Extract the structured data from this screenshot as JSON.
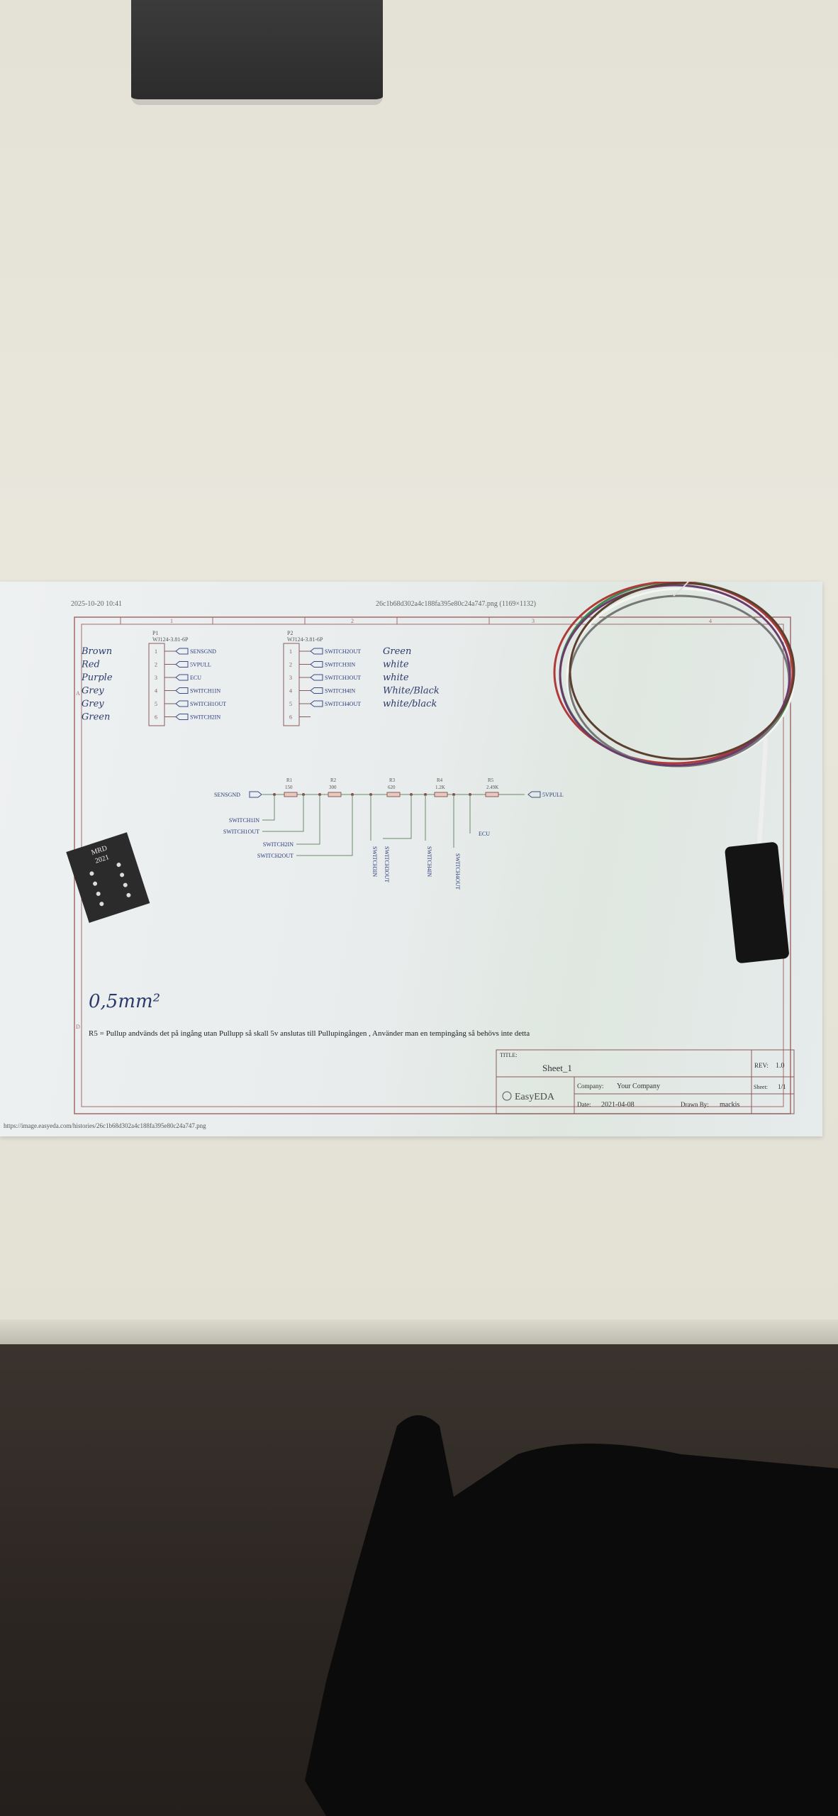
{
  "print_header": {
    "datetime": "2025-10-20 10:41",
    "filename": "26c1b68d302a4c188fa395e80c24a747.png (1169×1132)"
  },
  "print_footer_url": "https://image.easyeda.com/histories/26c1b68d302a4c188fa395e80c24a747.png",
  "frame": {
    "columns": [
      "1",
      "2",
      "3",
      "4"
    ],
    "rows": [
      "A",
      "D"
    ]
  },
  "connectors": [
    {
      "ref": "P1",
      "part": "WJ124-3.81-6P",
      "pins": [
        {
          "num": "1",
          "net": "SENSGND",
          "note": "Brown"
        },
        {
          "num": "2",
          "net": "5VPULL",
          "note": "Red"
        },
        {
          "num": "3",
          "net": "ECU",
          "note": "Purple"
        },
        {
          "num": "4",
          "net": "SWITCH1IN",
          "note": "Grey"
        },
        {
          "num": "5",
          "net": "SWITCH1OUT",
          "note": "Grey"
        },
        {
          "num": "6",
          "net": "SWITCH2IN",
          "note": "Green"
        }
      ]
    },
    {
      "ref": "P2",
      "part": "WJ124-3.81-6P",
      "pins": [
        {
          "num": "1",
          "net": "SWITCH2OUT",
          "note": "Green"
        },
        {
          "num": "2",
          "net": "SWITCH3IN",
          "note": "white"
        },
        {
          "num": "3",
          "net": "SWITCH3OUT",
          "note": "white"
        },
        {
          "num": "4",
          "net": "SWITCH4IN",
          "note": "White/Black"
        },
        {
          "num": "5",
          "net": "SWITCH4OUT",
          "note": "white/black"
        },
        {
          "num": "6",
          "net": "",
          "note": ""
        }
      ]
    }
  ],
  "ladder": {
    "left_net": "SENSGND",
    "right_net": "5VPULL",
    "resistors": [
      {
        "ref": "R1",
        "value": "150"
      },
      {
        "ref": "R2",
        "value": "300"
      },
      {
        "ref": "R3",
        "value": "620"
      },
      {
        "ref": "R4",
        "value": "1.2K"
      },
      {
        "ref": "R5",
        "value": "2.49K"
      }
    ],
    "taps": [
      "SWITCH1IN",
      "SWITCH1OUT",
      "SWITCH2IN",
      "SWITCH2OUT",
      "SWITCH3IN",
      "SWITCH3OUT",
      "SWITCH4IN",
      "SWITCH4OUT",
      "ECU"
    ]
  },
  "handwritten_wire_size": "0,5mm²",
  "note": "R5 = Pullup andvänds det på ingång utan Pullupp så skall 5v anslutas till Pullupingången , Använder man en tempingång så behövs inte detta",
  "title_block": {
    "title_label": "TITLE:",
    "title": "Sheet_1",
    "rev_label": "REV:",
    "rev": "1.0",
    "logo": "EasyEDA",
    "company_label": "Company:",
    "company": "Your Company",
    "sheet_label": "Sheet:",
    "sheet": "1/1",
    "date_label": "Date:",
    "date": "2021-04-08",
    "drawn_label": "Drawn By:",
    "drawn_by": "mackis"
  },
  "pcb_label": {
    "line1": "MRD",
    "line2": "2021"
  }
}
